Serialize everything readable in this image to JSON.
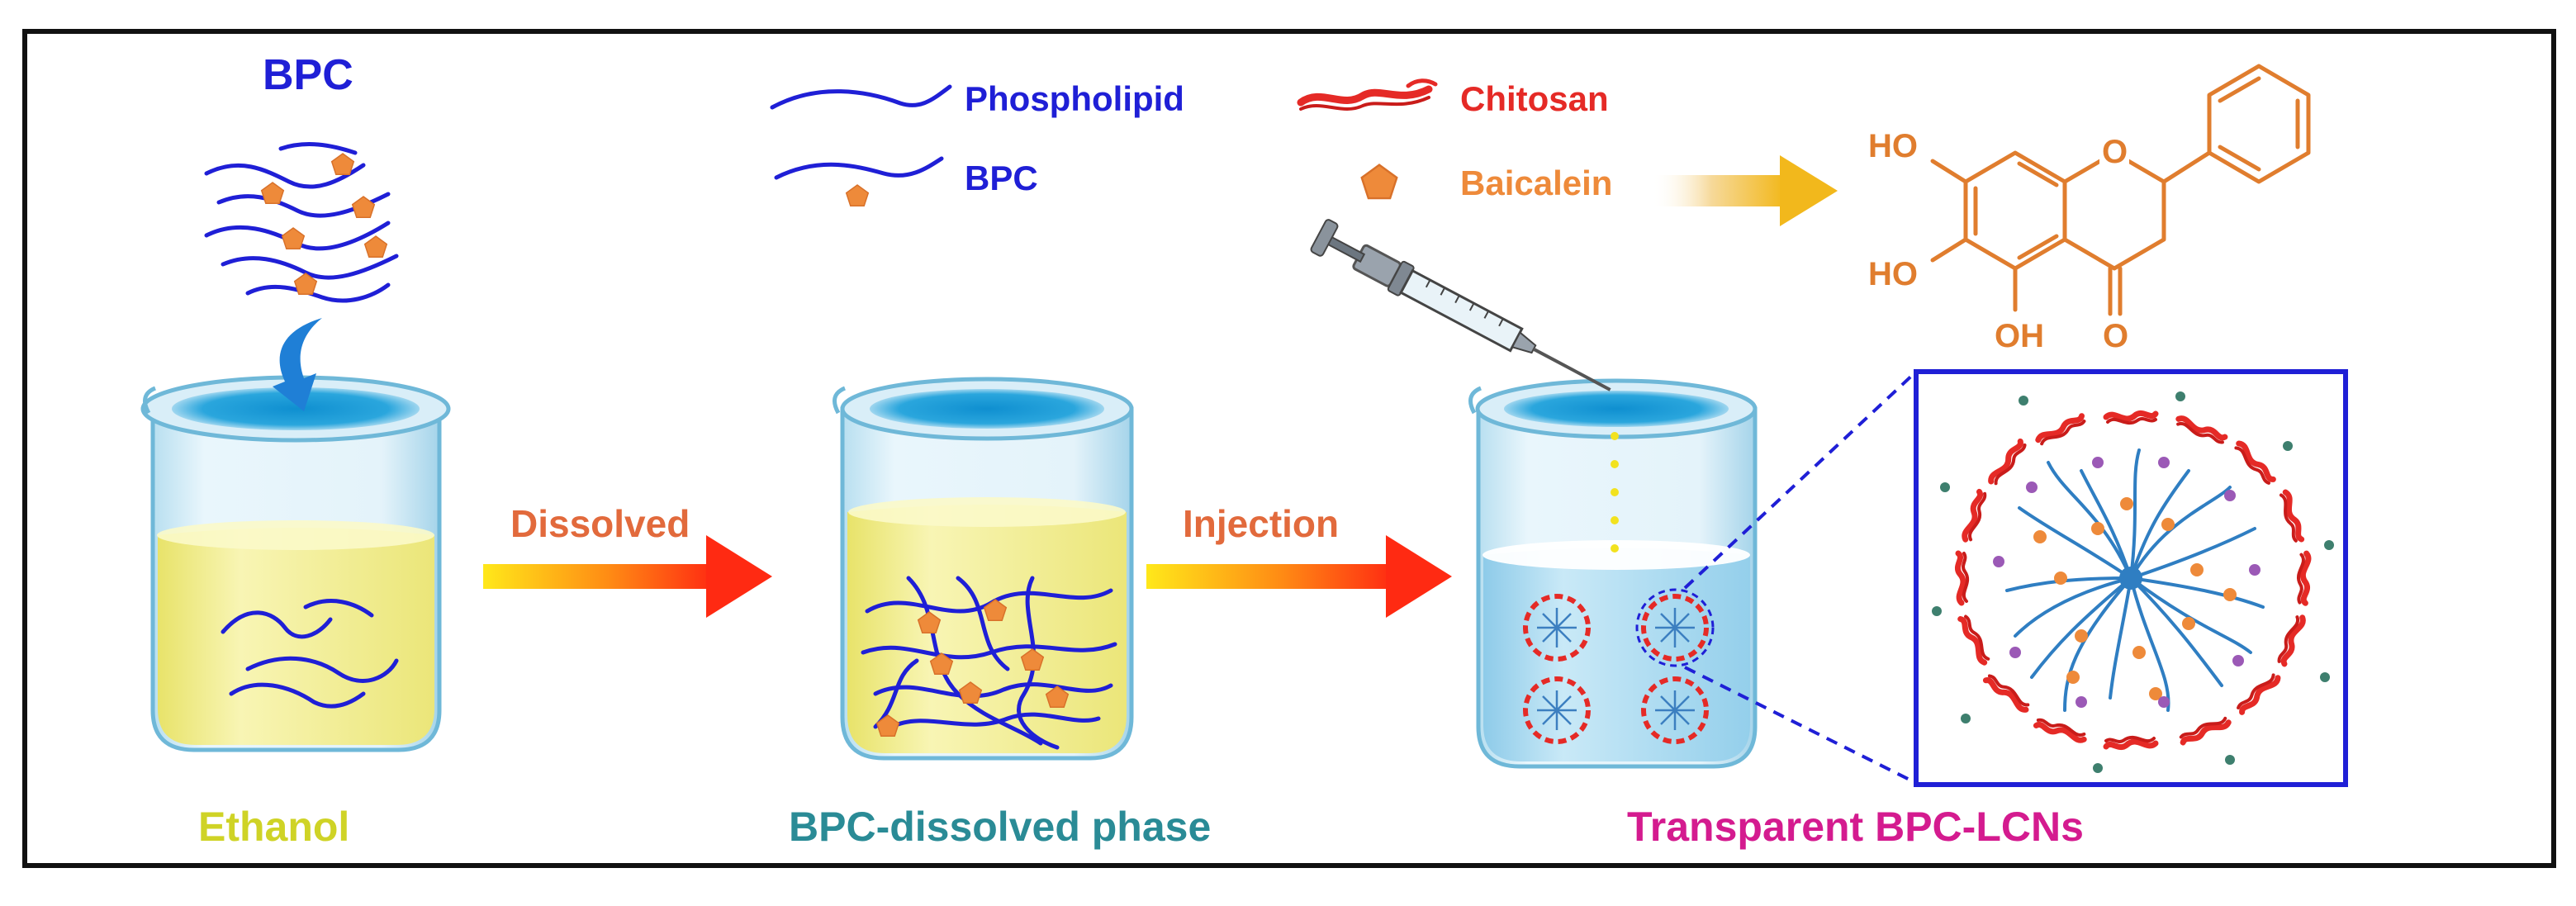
{
  "top_labels": {
    "bpc": "BPC"
  },
  "legend": {
    "phospholipid": "Phospholipid",
    "bpc": "BPC",
    "chitosan": "Chitosan",
    "baicalein": "Baicalein"
  },
  "arrows": {
    "dissolved": "Dissolved",
    "injection": "Injection"
  },
  "structure": {
    "ho_top": "HO",
    "ho_mid": "HO",
    "oh_bottom": "OH",
    "o_ring": "O",
    "o_keto": "O"
  },
  "captions": {
    "ethanol": "Ethanol",
    "bpc_dissolved": "BPC-dissolved phase",
    "transparent": "Transparent BPC-LCNs"
  },
  "colors": {
    "frame": "#111111",
    "bpc_blue": "#1f1fd6",
    "chitosan_red": "#e52a26",
    "baicalein_orange": "#ee8a3a",
    "ethanol_yellow": "#cfd326",
    "bpc_teal": "#2a8b96",
    "transparent_magenta": "#d41b8f",
    "arrow_red": "#ff2a12",
    "arrow_yellow": "#ffe81a",
    "liquid_yellow": "#f4f1a6",
    "water_blue": "#a9daf2"
  }
}
